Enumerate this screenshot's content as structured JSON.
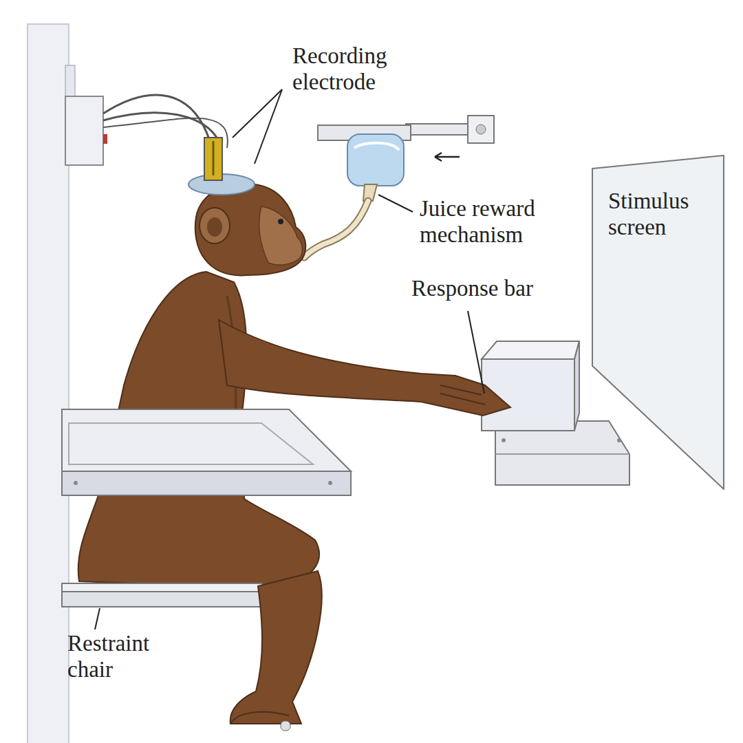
{
  "diagram": {
    "nodes": [
      {
        "text": [
          "Stimulus screen"
        ]
      }
    ],
    "labels": [
      "Recording electrode",
      "Juice reward mechanism",
      "Response bar",
      "Restraint chair"
    ]
  }
}
